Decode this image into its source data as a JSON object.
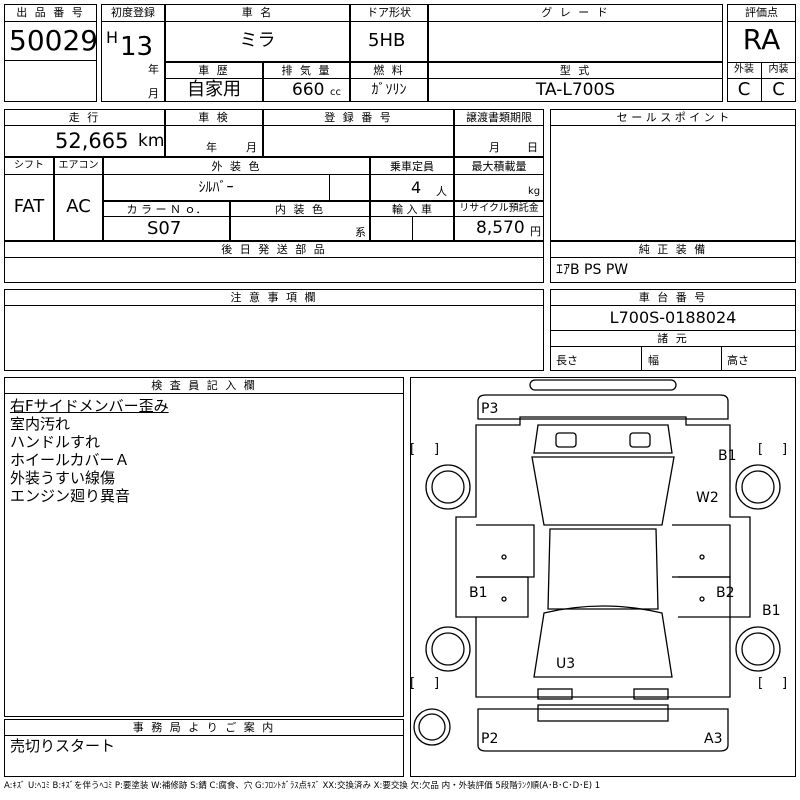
{
  "lot": {
    "label": "出 品 番 号",
    "value": "50029"
  },
  "first_reg": {
    "label": "初度登録",
    "era": "H",
    "year": "13",
    "year_unit": "年",
    "month_unit": "月"
  },
  "car_name": {
    "label": "車 名",
    "value": "ミラ"
  },
  "door": {
    "label": "ドア形状",
    "value": "5HB"
  },
  "grade": {
    "label": "グ レ ー ド",
    "value": ""
  },
  "score": {
    "label": "評価点",
    "value": "RA",
    "ext_label": "外装",
    "int_label": "内装",
    "ext": "C",
    "int": "C"
  },
  "history": {
    "label": "車 歴",
    "value": "自家用"
  },
  "displacement": {
    "label": "排 気 量",
    "value": "660",
    "unit": "cc"
  },
  "fuel": {
    "label": "燃 料",
    "value": "ｶﾞｿﾘﾝ"
  },
  "model": {
    "label": "型 式",
    "value": "TA-L700S"
  },
  "mileage": {
    "label": "走 行",
    "value": "52,665",
    "unit": "km"
  },
  "inspection": {
    "label": "車 検",
    "year_unit": "年",
    "month_unit": "月"
  },
  "plate": {
    "label": "登 録 番 号",
    "value": ""
  },
  "transfer": {
    "label": "譲渡書類期限",
    "month_unit": "月",
    "day_unit": "日"
  },
  "sales_point": {
    "label": "セ ー ル ス ポ イ ン ト",
    "value": ""
  },
  "shift": {
    "label": "シフト",
    "value": "FAT"
  },
  "ac": {
    "label": "エアコン",
    "value": "AC"
  },
  "exterior_color": {
    "label": "外 装 色",
    "value": "ｼﾙﾊﾞｰ"
  },
  "capacity": {
    "label": "乗車定員",
    "value": "4",
    "unit": "人"
  },
  "max_load": {
    "label": "最大積載量",
    "unit": "kg"
  },
  "color_no": {
    "label": "カ ラ ー Ｎ ｏ．",
    "value": "S07"
  },
  "interior_color": {
    "label": "内 装 色",
    "unit": "系"
  },
  "import": {
    "label": "輸 入 車"
  },
  "recycle": {
    "label": "リサイクル預託金",
    "value": "8,570",
    "unit": "円"
  },
  "later_parts": {
    "label": "後 日 発 送 部 品",
    "value": ""
  },
  "equipment": {
    "label": "純 正 装 備",
    "value": "ｴｱB PS PW"
  },
  "notes": {
    "label": "注 意 事 項 欄",
    "value": ""
  },
  "chassis": {
    "label": "車 台 番 号",
    "value": "L700S-0188024"
  },
  "dims": {
    "label": "諸 元",
    "length": "長さ",
    "width": "幅",
    "height": "高さ"
  },
  "inspector": {
    "label": "検 査 員 記 入 欄",
    "lines": [
      "右Fサイドメンバー歪み",
      "室内汚れ",
      "ハンドルすれ",
      "ホイールカバーＡ",
      "外装うすい線傷",
      "エンジン廻り異音"
    ]
  },
  "office": {
    "label": "事 務 局 よ り ご 案 内",
    "value": "売切りスタート"
  },
  "diagram_marks": [
    "P3",
    "B1",
    "W2",
    "B1",
    "B2",
    "B1",
    "U3",
    "P2",
    "A3"
  ],
  "legend": "A:ｷｽﾞ U:ﾍｺﾐ B:ｷｽﾞを伴うﾍｺﾐ P:要塗装 W:補修跡 S:錆 C:腐食、穴 G:ﾌﾛﾝﾄｶﾞﾗｽ点ｷｽﾞ XX:交換済み X:要交換 欠:欠品 内・外装評価 5段階ﾗﾝｸ順(A･B･C･D･E) 1"
}
